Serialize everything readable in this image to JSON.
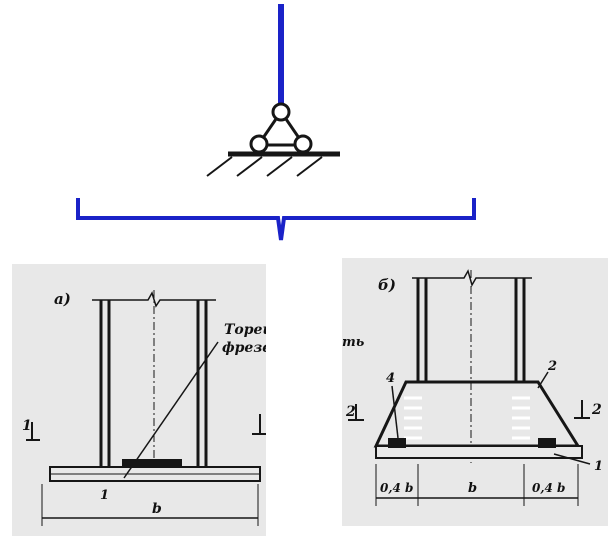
{
  "colors": {
    "scheme_blue": "#1a22c8",
    "ink": "#161616",
    "paper": "#e8e8e8"
  },
  "panel_a": {
    "letter": "а)",
    "callout_line1": "Торец",
    "callout_line2": "фрезе",
    "part_number": "1",
    "width_label": "b",
    "section_mark": "1"
  },
  "panel_b": {
    "letter": "б)",
    "left_fragment": "ть",
    "part_2": "2",
    "part_4": "4",
    "part_1": "1",
    "section_left": "2",
    "section_right": "2",
    "dim_left": "0,4 b",
    "dim_center": "b",
    "dim_right": "0,4 b"
  }
}
